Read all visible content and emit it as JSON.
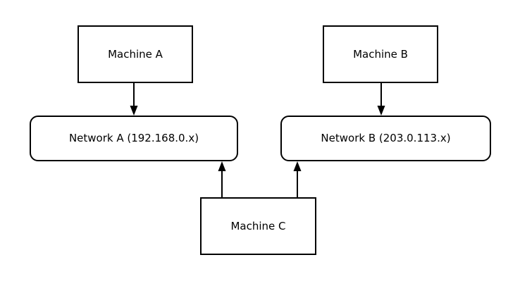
{
  "diagram": {
    "background_color": "#ffffff",
    "stroke_color": "#000000",
    "text_color": "#000000",
    "nodes": {
      "machine_a": {
        "label": "Machine A",
        "shape": "rectangle"
      },
      "machine_b": {
        "label": "Machine B",
        "shape": "rectangle"
      },
      "machine_c": {
        "label": "Machine C",
        "shape": "rectangle"
      },
      "network_a": {
        "label": "Network A (192.168.0.x)",
        "shape": "rounded-rectangle"
      },
      "network_b": {
        "label": "Network B (203.0.113.x)",
        "shape": "rounded-rectangle"
      }
    },
    "edges": [
      {
        "from": "machine_a",
        "to": "network_a",
        "arrow_direction": "down"
      },
      {
        "from": "machine_b",
        "to": "network_b",
        "arrow_direction": "down"
      },
      {
        "from": "machine_c",
        "to": "network_a",
        "arrow_direction": "up"
      },
      {
        "from": "machine_c",
        "to": "network_b",
        "arrow_direction": "up"
      }
    ]
  }
}
